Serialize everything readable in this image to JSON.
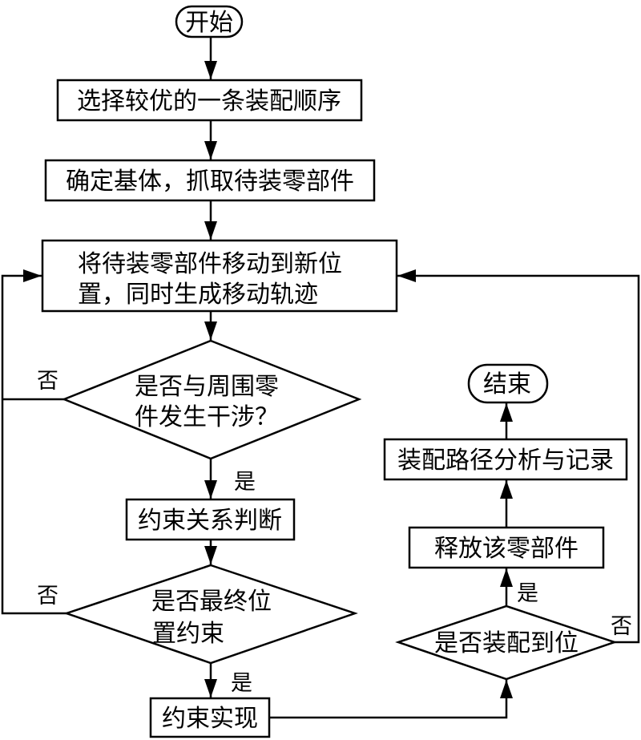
{
  "diagram": {
    "type": "flowchart",
    "nodes": {
      "start": {
        "shape": "terminal",
        "lines": [
          "开始"
        ]
      },
      "select_sequence": {
        "shape": "process",
        "lines": [
          "选择较优的一条装配顺序"
        ]
      },
      "grab_part": {
        "shape": "process",
        "lines": [
          "确定基体，抓取待装零部件"
        ]
      },
      "move_part": {
        "shape": "process",
        "lines": [
          "将待装零部件移动到新位",
          "置，同时生成移动轨迹"
        ]
      },
      "check_interference": {
        "shape": "decision",
        "lines": [
          "是否与周围零",
          "件发生干涉？"
        ]
      },
      "constraint_judge": {
        "shape": "process",
        "lines": [
          "约束关系判断"
        ]
      },
      "check_final_constraint": {
        "shape": "decision",
        "lines": [
          "是否最终位",
          "置约束"
        ]
      },
      "constraint_realize": {
        "shape": "process",
        "lines": [
          "约束实现"
        ]
      },
      "check_assembled": {
        "shape": "decision",
        "lines": [
          "是否装配到位"
        ]
      },
      "release_part": {
        "shape": "process",
        "lines": [
          "释放该零部件"
        ]
      },
      "path_analysis": {
        "shape": "process",
        "lines": [
          "装配路径分析与记录"
        ]
      },
      "end": {
        "shape": "terminal",
        "lines": [
          "结束"
        ]
      }
    },
    "edges": [
      {
        "from": "start",
        "to": "select_sequence",
        "label": ""
      },
      {
        "from": "select_sequence",
        "to": "grab_part",
        "label": ""
      },
      {
        "from": "grab_part",
        "to": "move_part",
        "label": ""
      },
      {
        "from": "move_part",
        "to": "check_interference",
        "label": ""
      },
      {
        "from": "check_interference",
        "to": "constraint_judge",
        "label": "是"
      },
      {
        "from": "check_interference",
        "to": "move_part",
        "label": "否"
      },
      {
        "from": "constraint_judge",
        "to": "check_final_constraint",
        "label": ""
      },
      {
        "from": "check_final_constraint",
        "to": "constraint_realize",
        "label": "是"
      },
      {
        "from": "check_final_constraint",
        "to": "move_part",
        "label": "否"
      },
      {
        "from": "constraint_realize",
        "to": "check_assembled",
        "label": ""
      },
      {
        "from": "check_assembled",
        "to": "release_part",
        "label": "是"
      },
      {
        "from": "check_assembled",
        "to": "move_part",
        "label": "否"
      },
      {
        "from": "release_part",
        "to": "path_analysis",
        "label": ""
      },
      {
        "from": "path_analysis",
        "to": "end",
        "label": ""
      }
    ]
  }
}
